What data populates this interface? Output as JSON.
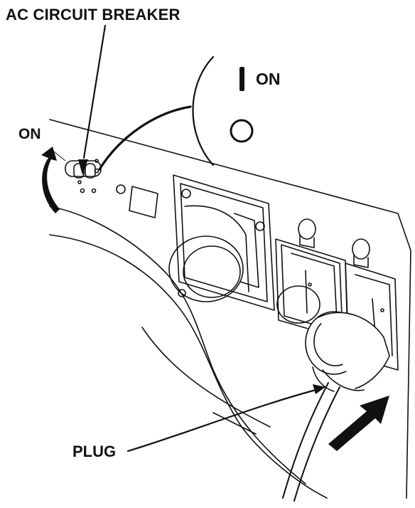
{
  "labels": {
    "breaker": "AC CIRCUIT BREAKER",
    "on_left": "ON",
    "on_callout": "ON",
    "plug": "PLUG"
  },
  "colors": {
    "ink": "#111111",
    "panel": "#ffffff",
    "shade": "#d9d9d9"
  }
}
